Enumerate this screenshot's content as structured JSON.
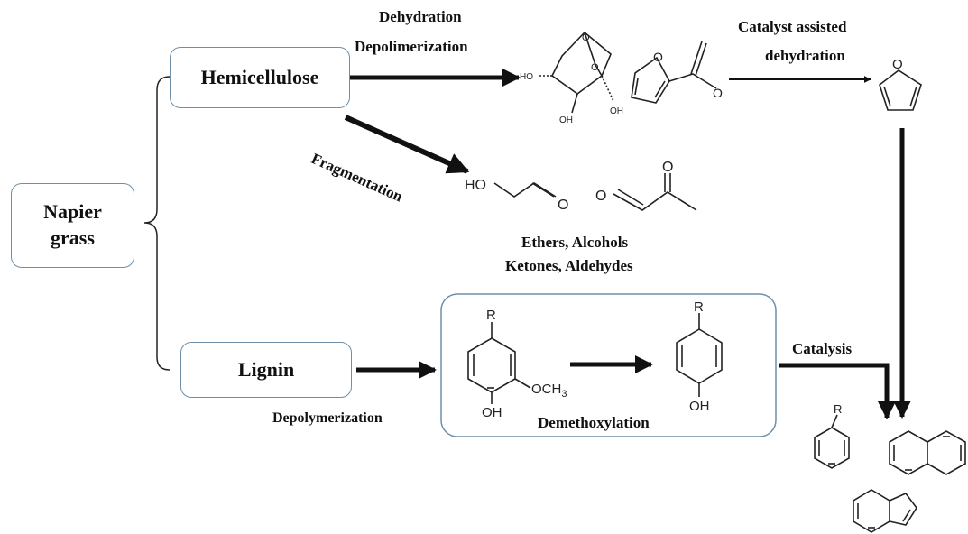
{
  "nodes": {
    "napier": "Napier\ngrass",
    "hemicellulose": "Hemicellulose",
    "lignin": "Lignin"
  },
  "labels": {
    "dehydration": "Dehydration",
    "depolimerization": "Depolimerization",
    "catalyst_line1": "Catalyst assisted",
    "catalyst_line2": "dehydration",
    "fragmentation": "Fragmentation",
    "products_line1": "Ethers, Alcohols",
    "products_line2": "Ketones, Aldehydes",
    "depolymerization": "Depolymerization",
    "demethoxylation": "Demethoxylation",
    "catalysis": "Catalysis"
  },
  "chem": {
    "ho": "HO",
    "oh": "OH",
    "o": "O",
    "r": "R",
    "och3": "OCH",
    "sub3": "3"
  },
  "colors": {
    "box_border": "#6e8fa8",
    "ink": "#111111"
  }
}
